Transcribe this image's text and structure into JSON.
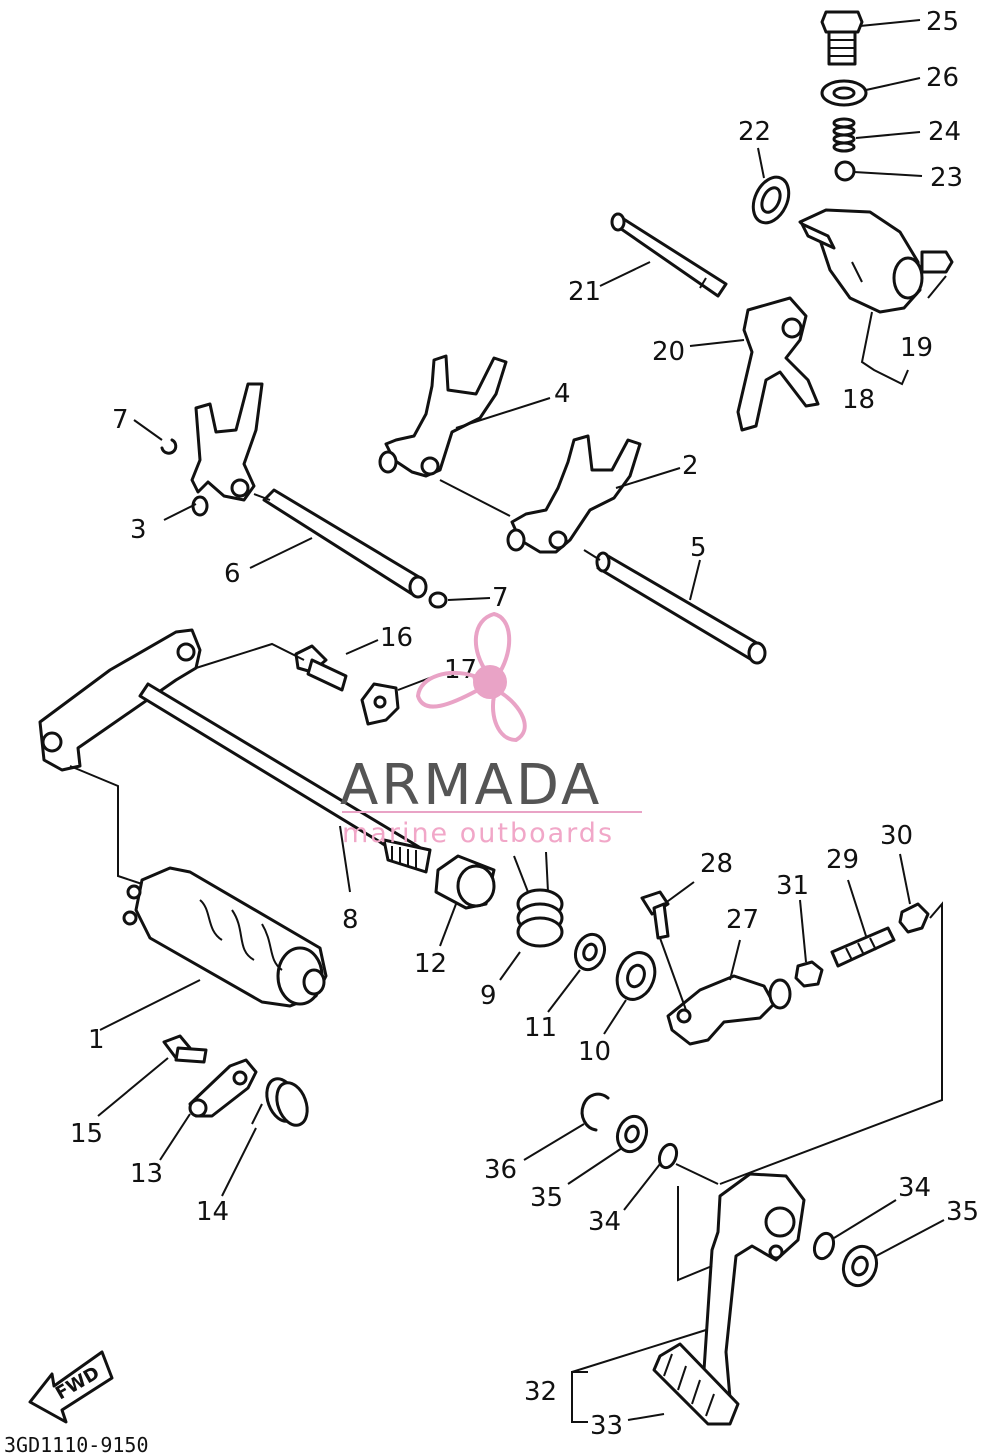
{
  "callouts": [
    {
      "label": "1"
    },
    {
      "label": "2"
    },
    {
      "label": "3"
    },
    {
      "label": "4"
    },
    {
      "label": "5"
    },
    {
      "label": "6"
    },
    {
      "label": "7"
    },
    {
      "label": "7"
    },
    {
      "label": "8"
    },
    {
      "label": "9"
    },
    {
      "label": "10"
    },
    {
      "label": "11"
    },
    {
      "label": "12"
    },
    {
      "label": "13"
    },
    {
      "label": "14"
    },
    {
      "label": "15"
    },
    {
      "label": "16"
    },
    {
      "label": "17"
    },
    {
      "label": "18"
    },
    {
      "label": "19"
    },
    {
      "label": "20"
    },
    {
      "label": "21"
    },
    {
      "label": "22"
    },
    {
      "label": "23"
    },
    {
      "label": "24"
    },
    {
      "label": "25"
    },
    {
      "label": "26"
    },
    {
      "label": "27"
    },
    {
      "label": "28"
    },
    {
      "label": "29"
    },
    {
      "label": "30"
    },
    {
      "label": "31"
    },
    {
      "label": "32"
    },
    {
      "label": "33"
    },
    {
      "label": "34"
    },
    {
      "label": "34"
    },
    {
      "label": "35"
    },
    {
      "label": "35"
    },
    {
      "label": "36"
    }
  ],
  "watermark": {
    "brand": "ARMADA",
    "tagline": "marine outboards",
    "accent_color": "#e9a3c6"
  },
  "direction_marker": {
    "label": "FWD",
    "icon": "fwd-arrow-icon"
  },
  "diagram_code": "3GD1110-9150"
}
